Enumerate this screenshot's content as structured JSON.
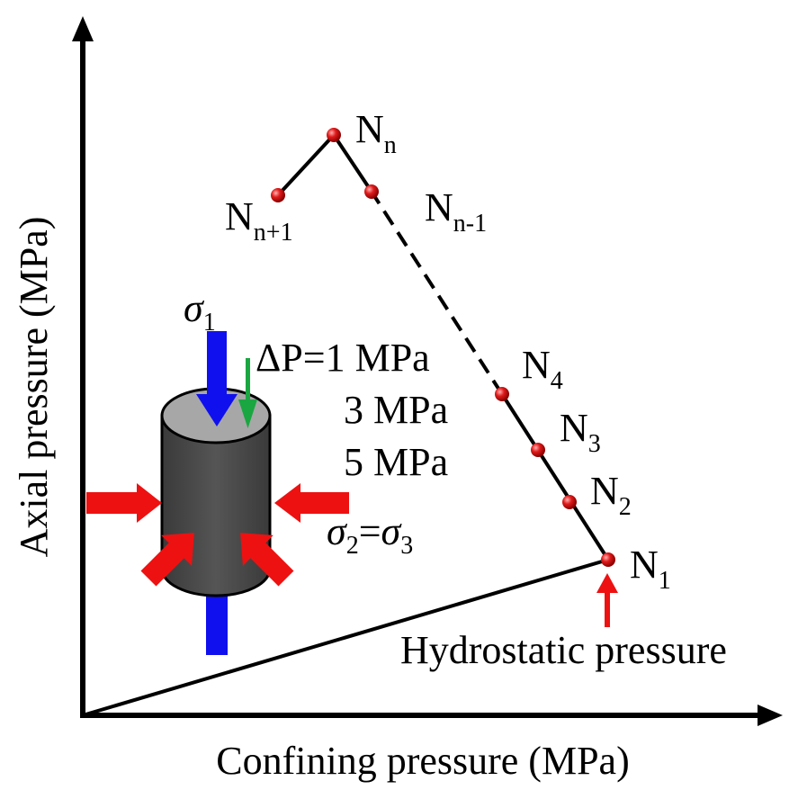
{
  "axes": {
    "x_label": "Confining pressure (MPa)",
    "y_label": "Axial pressure (MPa)"
  },
  "path_points": [
    {
      "name": "N",
      "sub": "1"
    },
    {
      "name": "N",
      "sub": "2"
    },
    {
      "name": "N",
      "sub": "3"
    },
    {
      "name": "N",
      "sub": "4"
    },
    {
      "name": "N",
      "sub": "n-1"
    },
    {
      "name": "N",
      "sub": "n"
    },
    {
      "name": "N",
      "sub": "n+1"
    }
  ],
  "hydrostatic": {
    "label": "Hydrostatic pressure"
  },
  "specimen": {
    "sigma1": {
      "symbol": "σ",
      "sub": "1"
    },
    "delta_p_prefix": "ΔP",
    "delta_p_values": [
      "=1 MPa",
      "3 MPa",
      "5 MPa"
    ],
    "sigma23": {
      "symbol_a": "σ",
      "sub_a": "2",
      "eq": "=",
      "symbol_b": "σ",
      "sub_b": "3"
    }
  },
  "colors": {
    "axis": "#000000",
    "point": "#e01b1b",
    "axial_arrow": "#1010ee",
    "confining_arrow": "#ee1111",
    "delta_arrow": "#1aa641",
    "cylinder_body": "#4a4a4a",
    "cylinder_top": "#a7a7a7"
  }
}
